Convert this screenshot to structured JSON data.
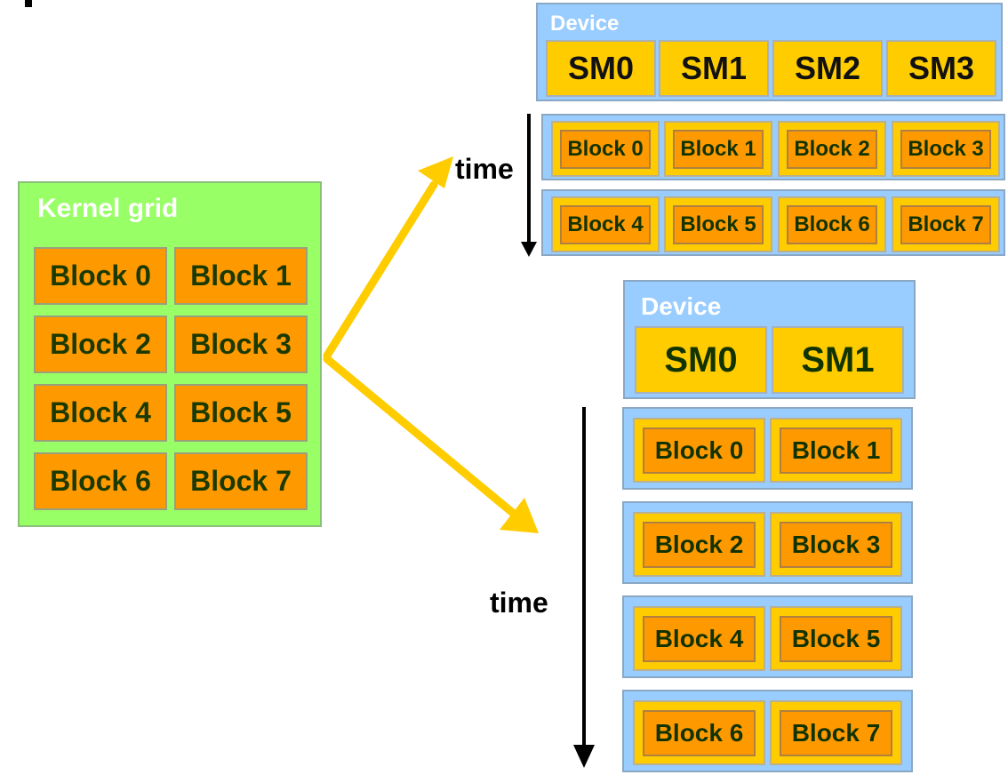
{
  "kernel_grid": {
    "title": "Kernel grid",
    "blocks": [
      "Block 0",
      "Block 1",
      "Block 2",
      "Block 3",
      "Block 4",
      "Block 5",
      "Block 6",
      "Block 7"
    ]
  },
  "device_a": {
    "title": "Device",
    "sms": [
      "SM0",
      "SM1",
      "SM2",
      "SM3"
    ],
    "time_label": "time",
    "rows": [
      [
        "Block 0",
        "Block 1",
        "Block 2",
        "Block 3"
      ],
      [
        "Block 4",
        "Block 5",
        "Block 6",
        "Block 7"
      ]
    ]
  },
  "device_b": {
    "title": "Device",
    "sms": [
      "SM0",
      "SM1"
    ],
    "time_label": "time",
    "rows": [
      [
        "Block 0",
        "Block 1"
      ],
      [
        "Block 2",
        "Block 3"
      ],
      [
        "Block 4",
        "Block 5"
      ],
      [
        "Block 6",
        "Block 7"
      ]
    ]
  },
  "colors": {
    "kernel_bg": "#99ff66",
    "device_bg": "#99ccff",
    "sm_yellow": "#ffcc00",
    "block_orange": "#ff9900",
    "arrow_yellow": "#ffcc00"
  }
}
